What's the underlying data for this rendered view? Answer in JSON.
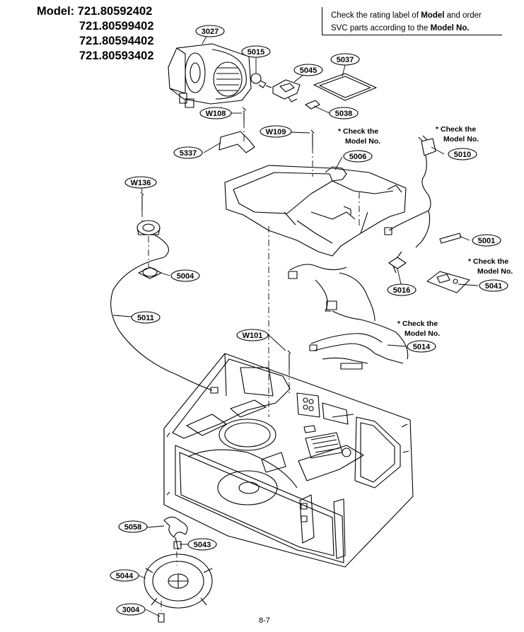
{
  "header": {
    "model_prefix": "Model:",
    "models": [
      "721.80592402",
      "721.80599402",
      "721.80594402",
      "721.80593402"
    ]
  },
  "notice": {
    "line1_pre": "Check the rating label of ",
    "line1_bold": "Model",
    "line1_post": " and order",
    "line2_pre": "SVC parts according to the ",
    "line2_bold": "Model No."
  },
  "callouts": {
    "p3027": "3027",
    "p5015": "5015",
    "p5037": "5037",
    "p5045": "5045",
    "p5038": "5038",
    "pW108": "W108",
    "pW109": "W109",
    "p5337": "5337",
    "p5006": "5006",
    "p5010": "5010",
    "pW136": "W136",
    "p5001": "5001",
    "p5004": "5004",
    "p5016": "5016",
    "p5041": "5041",
    "p5011": "5011",
    "pW101": "W101",
    "p5014": "5014",
    "p5058": "5058",
    "p5043": "5043",
    "p5044": "5044",
    "p3004": "3004"
  },
  "notes": {
    "check_line1": "* Check the",
    "check_line2": "Model No."
  },
  "footer": {
    "page_number": "8-7"
  }
}
